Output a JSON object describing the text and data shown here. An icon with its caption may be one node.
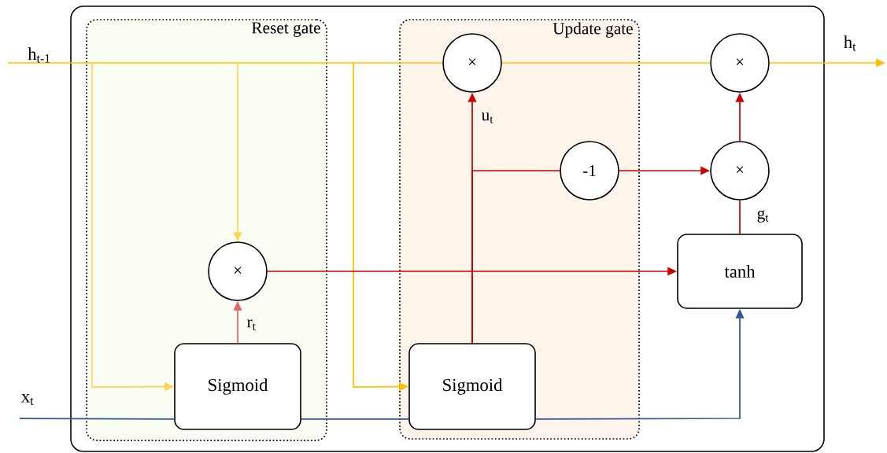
{
  "diagram": {
    "nodes": [
      {
        "text": [],
        "shape": "box"
      },
      {
        "text": [
          "Reset gate"
        ],
        "in": 0
      },
      {
        "text": [
          "Update gate"
        ],
        "in": 0
      },
      {
        "text": [
          "×"
        ],
        "in": 1
      },
      {
        "text": [
          "Sigmoid"
        ],
        "in": 1
      },
      {
        "text": [
          "×"
        ],
        "in": 2
      },
      {
        "text": [
          "Sigmoid"
        ],
        "in": 2
      },
      {
        "text": [
          "-1"
        ],
        "in": 2
      },
      {
        "text": [
          "×"
        ],
        "in": 0
      },
      {
        "text": [
          "×"
        ],
        "in": 0
      },
      {
        "text": [
          "tanh"
        ],
        "in": 0
      }
    ],
    "edges": [
      {
        "from": null,
        "to": 5,
        "arrow": "none",
        "color": "#ffc000"
      },
      {
        "from": 5,
        "to": 8,
        "arrow": "none",
        "color": "#ffc000"
      },
      {
        "from": 8,
        "to": null,
        "arrow": "to",
        "color": "#ffc000"
      },
      {
        "from": null,
        "to": 4,
        "arrow": "to",
        "color": "#ffd54f"
      },
      {
        "from": null,
        "to": 3,
        "arrow": "to",
        "color": "#ffd54f"
      },
      {
        "from": null,
        "to": 6,
        "arrow": "to",
        "color": "#ffc000"
      },
      {
        "from": 4,
        "to": 3,
        "arrow": "to",
        "label": "r$_{t}$",
        "color": "#e06666"
      },
      {
        "from": 6,
        "to": 5,
        "arrow": "to",
        "label": "u$_{t}$"
      },
      {
        "from": 6,
        "to": 7,
        "arrow": "none"
      },
      {
        "from": 7,
        "to": 9,
        "arrow": "to"
      },
      {
        "from": 9,
        "to": 8,
        "arrow": "to"
      },
      {
        "from": 10,
        "to": 9,
        "arrow": "none",
        "label": "g$_{t}$"
      },
      {
        "from": 3,
        "to": 10,
        "arrow": "to"
      },
      {
        "from": null,
        "to": 4,
        "arrow": "none",
        "color": "#2f5597"
      },
      {
        "from": 4,
        "to": 6,
        "arrow": "none",
        "color": "#2f5597"
      },
      {
        "from": 6,
        "to": 10,
        "arrow": "to",
        "color": "#2f5597"
      }
    ],
    "labels": [
      "h$_{t-1}$",
      "x$_{t}$",
      "h$_{t}$"
    ]
  }
}
